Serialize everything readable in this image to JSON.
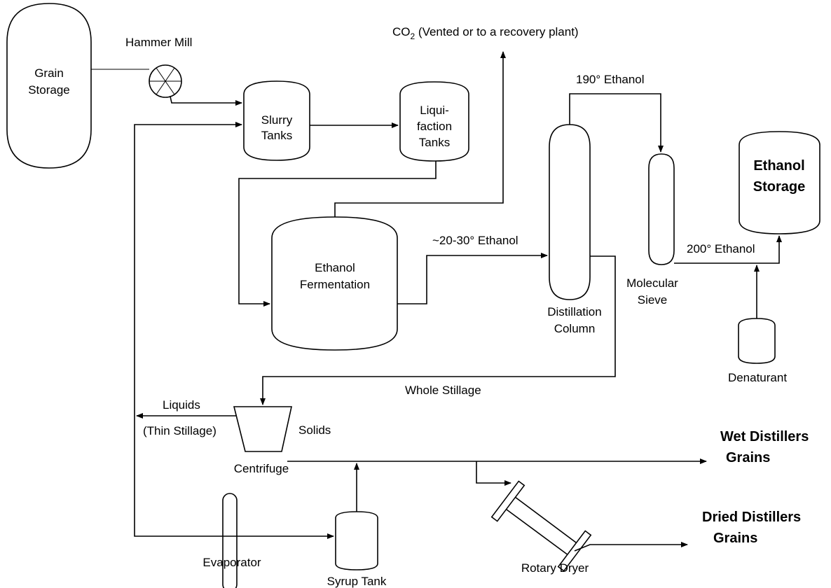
{
  "labels": {
    "grain_storage": [
      "Grain",
      "Storage"
    ],
    "hammer_mill": "Hammer Mill",
    "slurry_tanks": [
      "Slurry",
      "Tanks"
    ],
    "liquifaction_tanks": [
      "Liqui-",
      "faction",
      "Tanks"
    ],
    "co2_prefix": "CO",
    "co2_sub": "2",
    "co2_suffix": " (Vented or to a recovery plant)",
    "ethanol_190": "190° Ethanol",
    "ethanol_storage": [
      "Ethanol",
      "Storage"
    ],
    "ethanol_fermentation": [
      "Ethanol",
      "Fermentation"
    ],
    "ethanol_20_30": "~20-30° Ethanol",
    "distillation_column": [
      "Distillation",
      "Column"
    ],
    "molecular_sieve": [
      "Molecular",
      "Sieve"
    ],
    "ethanol_200": "200° Ethanol",
    "denaturant": "Denaturant",
    "whole_stillage": "Whole Stillage",
    "liquids": "Liquids",
    "thin_stillage": "(Thin Stillage)",
    "solids": "Solids",
    "centrifuge": "Centrifuge",
    "wet_distillers_grains": [
      "Wet Distillers",
      "Grains"
    ],
    "dried_distillers_grains": [
      "Dried Distillers",
      "Grains"
    ],
    "evaporator": "Evaporator",
    "syrup_tank": "Syrup Tank",
    "rotary_dryer": "Rotary Dryer"
  }
}
